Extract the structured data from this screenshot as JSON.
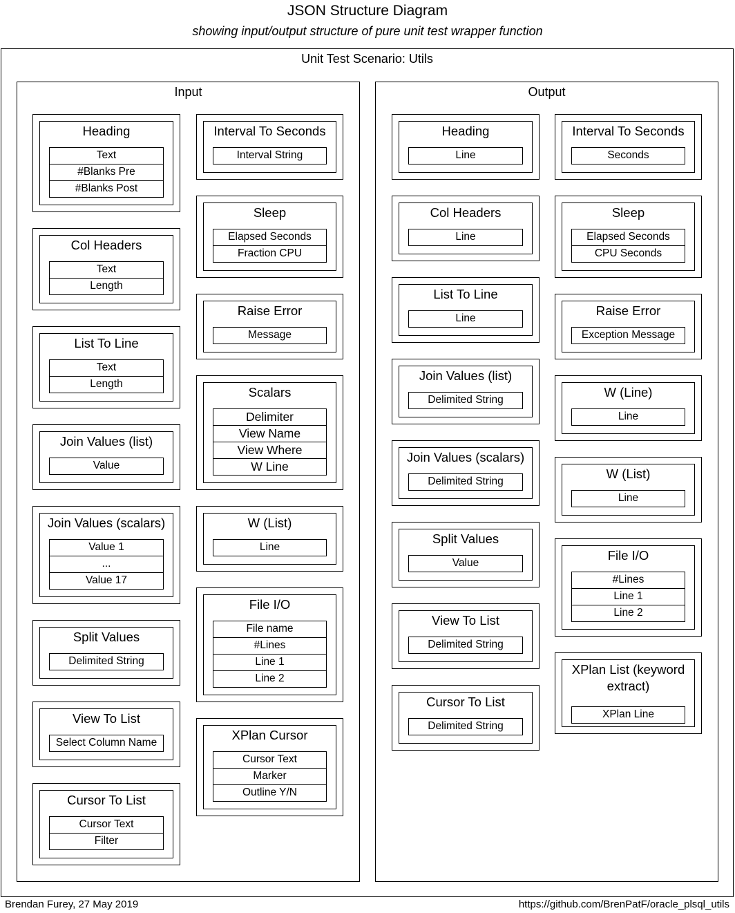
{
  "header": {
    "title": "JSON Structure Diagram",
    "subtitle": "showing input/output structure of pure unit test wrapper function"
  },
  "scenario": {
    "label": "Unit Test Scenario: Utils"
  },
  "input": {
    "label": "Input",
    "groups": [
      {
        "title": "Heading",
        "fields": [
          "Text",
          "#Blanks Pre",
          "#Blanks Post"
        ]
      },
      {
        "title": "Col Headers",
        "fields": [
          "Text",
          "Length"
        ]
      },
      {
        "title": "List To Line",
        "fields": [
          "Text",
          "Length"
        ]
      },
      {
        "title": "Join Values (list)",
        "fields": [
          "Value"
        ]
      },
      {
        "title": "Join Values (scalars)",
        "fields": [
          "Value 1",
          "...",
          "Value 17"
        ]
      },
      {
        "title": "Split Values",
        "fields": [
          "Delimited String"
        ]
      },
      {
        "title": "View To List",
        "fields": [
          "Select Column Name"
        ]
      },
      {
        "title": "Cursor To List",
        "fields": [
          "Cursor Text",
          "Filter"
        ]
      },
      {
        "title": "Interval To Seconds",
        "fields": [
          "Interval String"
        ]
      },
      {
        "title": "Sleep",
        "fields": [
          "Elapsed Seconds",
          "Fraction CPU"
        ]
      },
      {
        "title": "Raise Error",
        "fields": [
          "Message"
        ]
      },
      {
        "title": "Scalars",
        "fields": [
          "Delimiter",
          "View Name",
          "View Where",
          "W Line"
        ]
      },
      {
        "title": "W (List)",
        "fields": [
          "Line"
        ]
      },
      {
        "title": "File I/O",
        "fields": [
          "File name",
          "#Lines",
          "Line 1",
          "Line 2"
        ]
      },
      {
        "title": "XPlan Cursor",
        "fields": [
          "Cursor Text",
          "Marker",
          "Outline Y/N"
        ]
      }
    ]
  },
  "output": {
    "label": "Output",
    "groups": [
      {
        "title": "Heading",
        "fields": [
          "Line"
        ]
      },
      {
        "title": "Col Headers",
        "fields": [
          "Line"
        ]
      },
      {
        "title": "List To Line",
        "fields": [
          "Line"
        ]
      },
      {
        "title": "Join Values (list)",
        "fields": [
          "Delimited String"
        ]
      },
      {
        "title": "Join Values (scalars)",
        "fields": [
          "Delimited String"
        ]
      },
      {
        "title": "Split Values",
        "fields": [
          "Value"
        ]
      },
      {
        "title": "View To List",
        "fields": [
          "Delimited String"
        ]
      },
      {
        "title": "Cursor To List",
        "fields": [
          "Delimited String"
        ]
      },
      {
        "title": "Interval To Seconds",
        "fields": [
          "Seconds"
        ]
      },
      {
        "title": "Sleep",
        "fields": [
          "Elapsed Seconds",
          "CPU Seconds"
        ]
      },
      {
        "title": "Raise Error",
        "fields": [
          "Exception Message"
        ]
      },
      {
        "title": "W (Line)",
        "fields": [
          "Line"
        ]
      },
      {
        "title": "W (List)",
        "fields": [
          "Line"
        ]
      },
      {
        "title": "File I/O",
        "fields": [
          "#Lines",
          "Line 1",
          "Line 2"
        ]
      },
      {
        "title": "XPlan List (keyword extract)",
        "fields": [
          "XPlan Line"
        ]
      }
    ]
  },
  "footer": {
    "author": "Brendan Furey, 27 May 2019",
    "url": "https://github.com/BrenPatF/oracle_plsql_utils"
  }
}
